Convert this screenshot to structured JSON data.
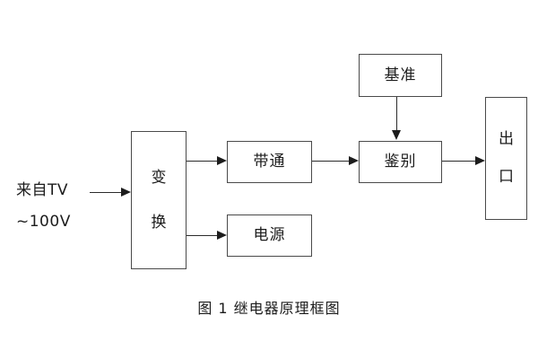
{
  "figure": {
    "caption": "图 1 继电器原理框图",
    "background_color": "#ffffff",
    "line_color": "#2b2b2b",
    "box_border_color": "#4a4a4a",
    "text_color": "#1c1c1c"
  },
  "input": {
    "line1": "来自TV",
    "line2": "~100V"
  },
  "blocks": {
    "transform": {
      "label": "变换",
      "char1": "变",
      "char2": "换"
    },
    "bandpass": {
      "label": "带通"
    },
    "power": {
      "label": "电源"
    },
    "reference": {
      "label": "基准"
    },
    "discriminate": {
      "label": "鉴别"
    },
    "output": {
      "label": "出口",
      "char1": "出",
      "char2": "口"
    }
  },
  "connectors": {
    "input_to_transform": "arrow-right",
    "transform_to_bandpass": "arrow-right",
    "transform_to_power": "arrow-right",
    "bandpass_to_discriminate": "arrow-right",
    "reference_to_discriminate": "arrow-down",
    "discriminate_to_output": "arrow-right"
  }
}
